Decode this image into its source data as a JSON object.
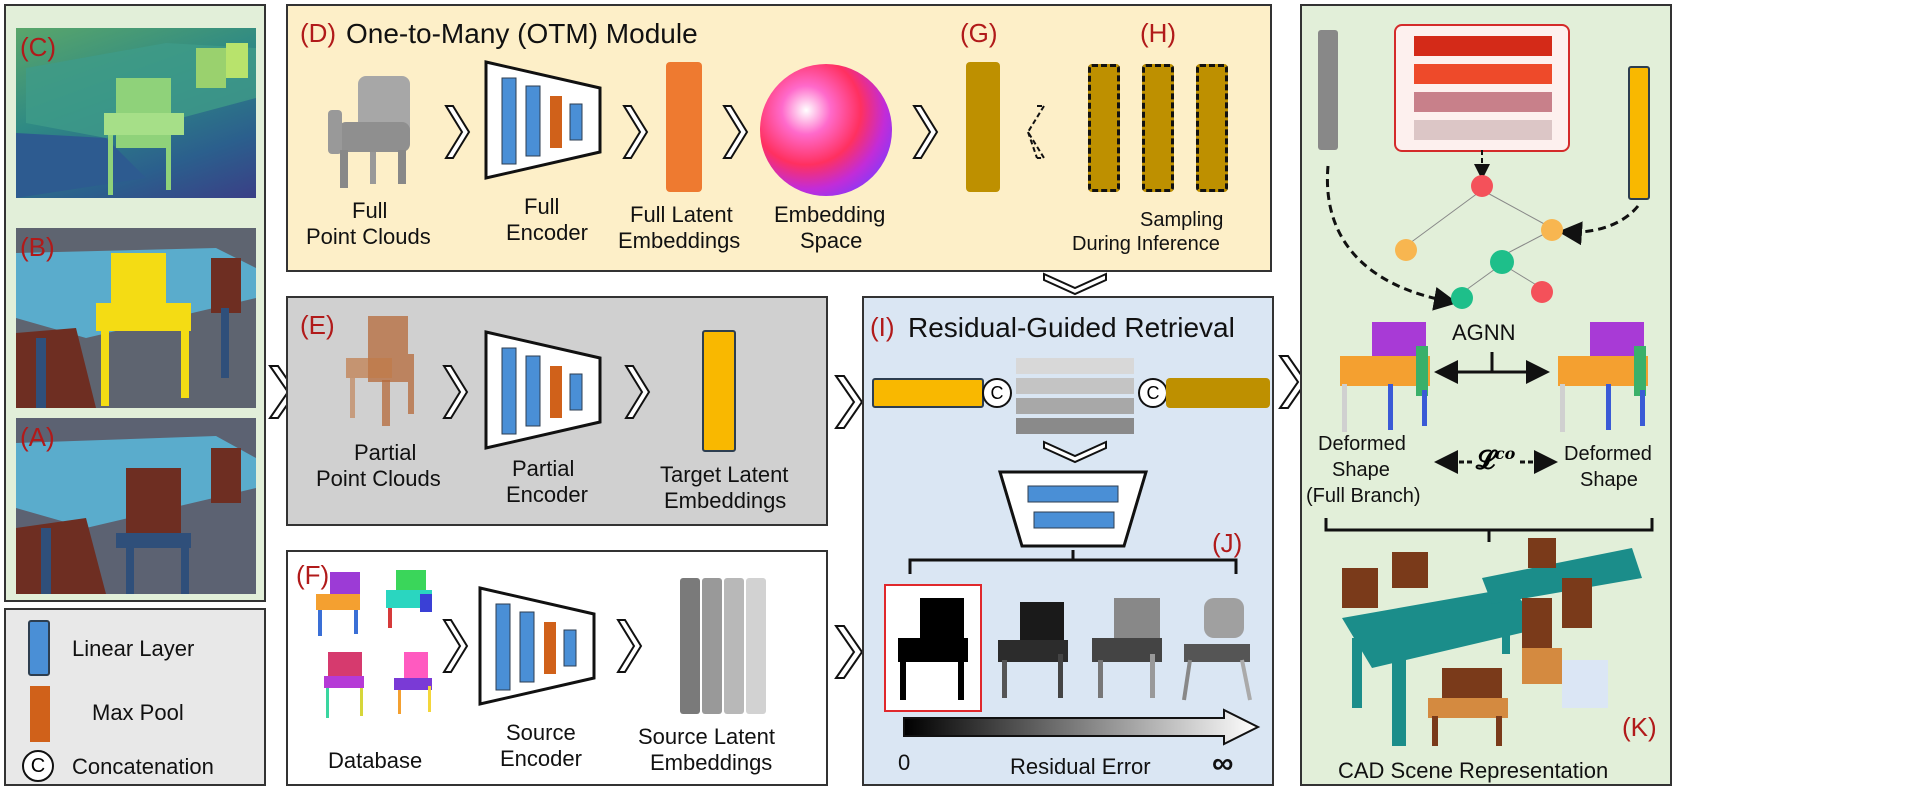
{
  "colors": {
    "linear": "#4a8fd6",
    "maxpool": "#d0611a",
    "gold": "#be9000",
    "yellow": "#f9b800",
    "orange_embed": "#ee7a30",
    "panel_left": "#e2efd9",
    "panel_otm": "#fdefc8",
    "panel_partial": "#d0d0d0",
    "panel_retrieval": "#dae6f3",
    "panel_right": "#e2efd9",
    "legend_bg": "#e8e8e8",
    "label_red": "#b11a1a"
  },
  "panels": {
    "left": {
      "label_c": "(C)",
      "label_b": "(B)",
      "label_a": "(A)"
    },
    "legend": {
      "linear": "Linear Layer",
      "maxpool": "Max Pool",
      "concat_symbol": "C",
      "concat": "Concatenation"
    },
    "otm": {
      "label_d": "(D)",
      "title": "One-to-Many (OTM) Module",
      "label_g": "(G)",
      "label_h": "(H)",
      "cap_points_1": "Full",
      "cap_points_2": "Point Clouds",
      "cap_encoder_1": "Full",
      "cap_encoder_2": "Encoder",
      "cap_latent_1": "Full Latent",
      "cap_latent_2": "Embeddings",
      "cap_space_1": "Embedding",
      "cap_space_2": "Space",
      "cap_sampling_1": "Sampling",
      "cap_sampling_2": "During Inference"
    },
    "partial": {
      "label_e": "(E)",
      "cap_points_1": "Partial",
      "cap_points_2": "Point Clouds",
      "cap_encoder_1": "Partial",
      "cap_encoder_2": "Encoder",
      "cap_latent_1": "Target Latent",
      "cap_latent_2": "Embeddings"
    },
    "database": {
      "label_f": "(F)",
      "cap_db": "Database",
      "cap_encoder_1": "Source",
      "cap_encoder_2": "Encoder",
      "cap_latent_1": "Source Latent",
      "cap_latent_2": "Embeddings"
    },
    "retrieval": {
      "label_i": "(I)",
      "title": "Residual-Guided Retrieval",
      "concat_symbol": "C",
      "label_j": "(J)",
      "axis_start": "0",
      "axis_label": "Residual Error",
      "axis_end": "∞"
    },
    "right": {
      "agnn": "AGNN",
      "deformed_left_1": "Deformed",
      "deformed_left_2": "Shape",
      "deformed_left_3": "(Full Branch)",
      "loss": "𝓛",
      "loss_sup": "co",
      "deformed_right_1": "Deformed",
      "deformed_right_2": "Shape",
      "scene": "CAD Scene Representation",
      "label_k": "(K)"
    }
  }
}
